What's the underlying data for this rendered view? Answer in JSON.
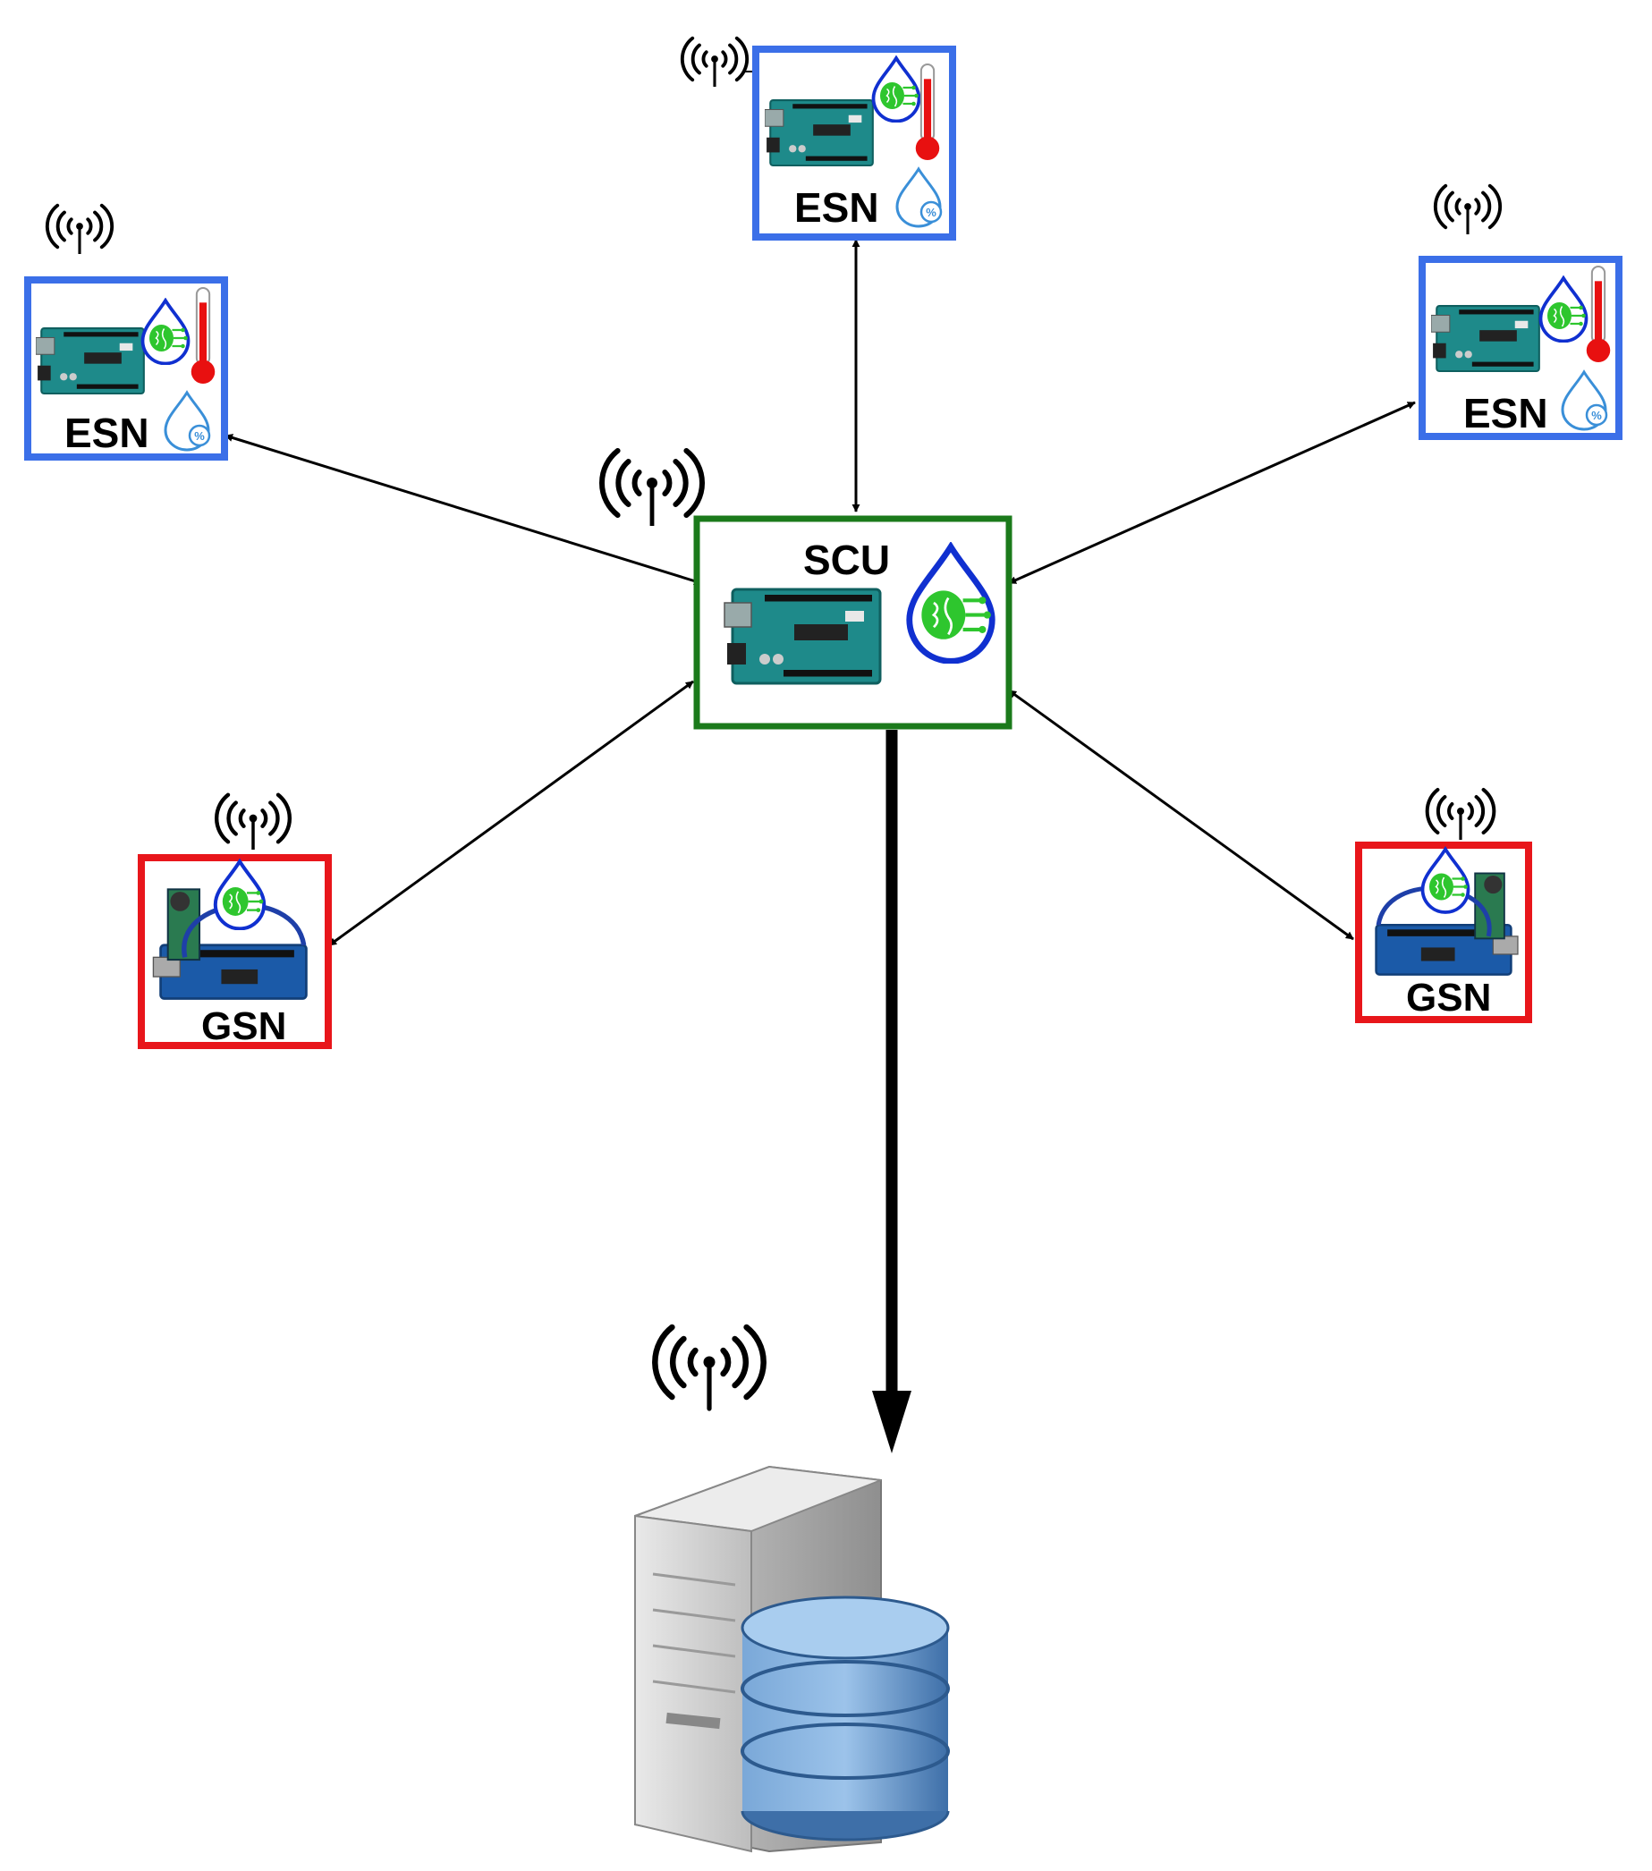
{
  "nodes": {
    "esn_top": {
      "label": "ESN",
      "kind": "environmental-sensor-node",
      "border_color": "#3B6FE8"
    },
    "esn_left": {
      "label": "ESN",
      "kind": "environmental-sensor-node",
      "border_color": "#3B6FE8"
    },
    "esn_right": {
      "label": "ESN",
      "kind": "environmental-sensor-node",
      "border_color": "#3B6FE8"
    },
    "scu": {
      "label": "SCU",
      "kind": "central-unit",
      "border_color": "#1B7A1B"
    },
    "gsn_left": {
      "label": "GSN",
      "kind": "gas-sensor-node",
      "border_color": "#E8161B"
    },
    "gsn_right": {
      "label": "GSN",
      "kind": "gas-sensor-node",
      "border_color": "#E8161B"
    },
    "server": {
      "label": "",
      "kind": "database-server"
    }
  },
  "edges": [
    {
      "from": "esn_top",
      "to": "scu",
      "direction": "both"
    },
    {
      "from": "esn_left",
      "to": "scu",
      "direction": "both"
    },
    {
      "from": "esn_right",
      "to": "scu",
      "direction": "both"
    },
    {
      "from": "gsn_left",
      "to": "scu",
      "direction": "both"
    },
    {
      "from": "gsn_right",
      "to": "scu",
      "direction": "both"
    },
    {
      "from": "scu",
      "to": "server",
      "direction": "forward"
    }
  ],
  "icons": {
    "wireless": "wifi-antenna-icon",
    "board": "arduino-board-icon",
    "ai_drop": "ai-water-drop-icon",
    "thermometer": "thermometer-icon",
    "humidity": "humidity-drop-icon",
    "database": "database-icon",
    "server": "server-tower-icon"
  },
  "colors": {
    "board": "#1E8A8A",
    "ai_drop_outline": "#1030D0",
    "ai_circuit": "#2EC62E",
    "thermometer": "#E81010",
    "humidity": "#3A8FD8",
    "database": "#5A8AC0"
  }
}
